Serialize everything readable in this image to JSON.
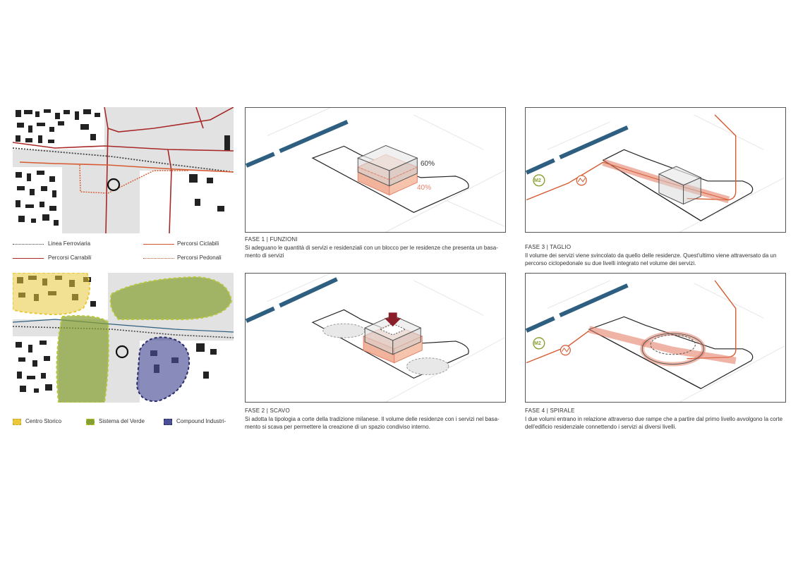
{
  "colors": {
    "railway": "#444444",
    "road": "#a82828",
    "cycle": "#d65a30",
    "pedestrian": "#d65a30",
    "historic_center": "#e9c83a",
    "green_system": "#86a030",
    "industrial": "#4a4f96",
    "accent_blue": "#2e5f80",
    "residence": "#e4826a"
  },
  "legend_top": {
    "railway": "Linea Ferroviaria",
    "cycle": "Percorsi Ciclabili",
    "road": "Percorsi Carrabili",
    "pedestrian": "Percorsi Pedonali"
  },
  "legend_bottom": {
    "historic_center": "Centro Storico",
    "green_system": "Sistema del Verde",
    "industrial": "Compound Industri-"
  },
  "phases": {
    "f1": {
      "title": "FASE 1 | FUNZIONI",
      "text": "Si adeguano le quantità di servizi e residenziali con un blocco per le residenze che presenta un basa-mento di servizi",
      "upper_pct": "60%",
      "lower_pct": "40%"
    },
    "f2": {
      "title": "FASE 2 | SCAVO",
      "text": "Si adotta la tipologia a corte della tradizione milanese. Il volume delle residenze con i servizi nel basa-mento si scava per permettere la creazione di un spazio condiviso interno."
    },
    "f3": {
      "title": "FASE 3 | TAGLIO",
      "text": "Il volume dei servizi viene svincolato da quello delle residenze. Quest'ultimo viene attraversato da un percorso ciclopedonale su due livelli integrato nel volume dei servizi.",
      "metro_label": "M2"
    },
    "f4": {
      "title": "FASE 4 | SPIRALE",
      "text": "I due volumi entrano in relazione attraverso due rampe che a partire dal primo livello avvolgono la corte dell'edificio residenziale connettendo i servizi ai diversi livelli.",
      "metro_label": "M2"
    }
  }
}
